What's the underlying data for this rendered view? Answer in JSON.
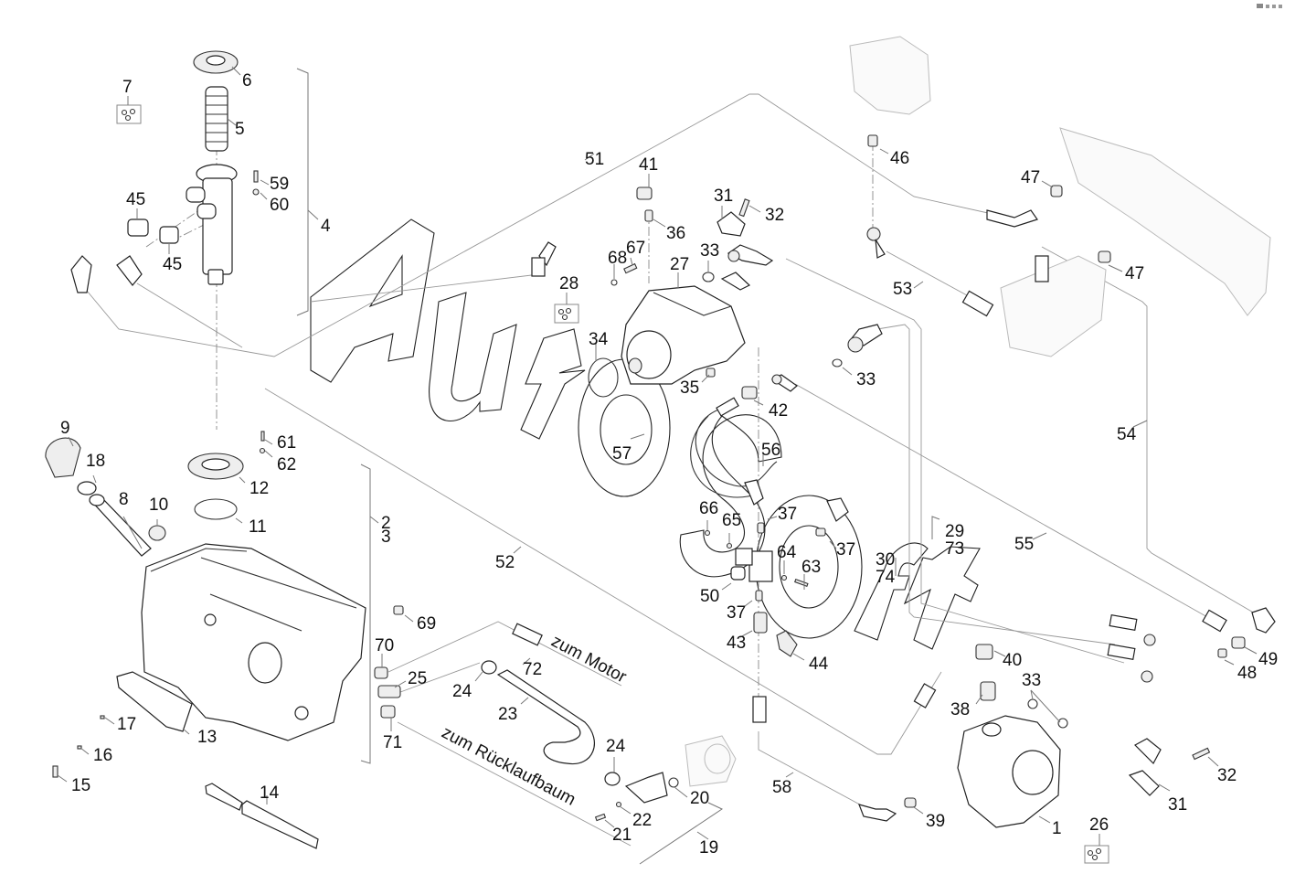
{
  "diagram": {
    "watermark": "AutoSoft",
    "annotations": {
      "to_motor": "zum Motor",
      "to_return_boom": "zum Rücklaufbaum"
    },
    "callouts": {
      "c1": "1",
      "c2": "2",
      "c3": "3",
      "c4": "4",
      "c5": "5",
      "c6": "6",
      "c7": "7",
      "c8": "8",
      "c9": "9",
      "c10": "10",
      "c11": "11",
      "c12": "12",
      "c13": "13",
      "c14": "14",
      "c15": "15",
      "c16": "16",
      "c17": "17",
      "c18": "18",
      "c19": "19",
      "c20": "20",
      "c21": "21",
      "c22": "22",
      "c23": "23",
      "c24a": "24",
      "c24b": "24",
      "c25": "25",
      "c26": "26",
      "c27": "27",
      "c28": "28",
      "c29": "29",
      "c30": "30",
      "c31a": "31",
      "c31b": "31",
      "c32a": "32",
      "c32b": "32",
      "c33a": "33",
      "c33b": "33",
      "c33c": "33",
      "c34": "34",
      "c35": "35",
      "c36": "36",
      "c37a": "37",
      "c37b": "37",
      "c37c": "37",
      "c38": "38",
      "c39": "39",
      "c40": "40",
      "c41": "41",
      "c42": "42",
      "c43": "43",
      "c44": "44",
      "c45a": "45",
      "c45b": "45",
      "c46": "46",
      "c47a": "47",
      "c47b": "47",
      "c48": "48",
      "c49": "49",
      "c50": "50",
      "c51": "51",
      "c52": "52",
      "c53": "53",
      "c54": "54",
      "c55": "55",
      "c56": "56",
      "c57": "57",
      "c58": "58",
      "c59": "59",
      "c60": "60",
      "c61": "61",
      "c62": "62",
      "c63": "63",
      "c64": "64",
      "c65": "65",
      "c66": "66",
      "c67": "67",
      "c68": "68",
      "c69": "69",
      "c70": "70",
      "c71": "71",
      "c72": "72",
      "c73": "73",
      "c74": "74"
    }
  }
}
